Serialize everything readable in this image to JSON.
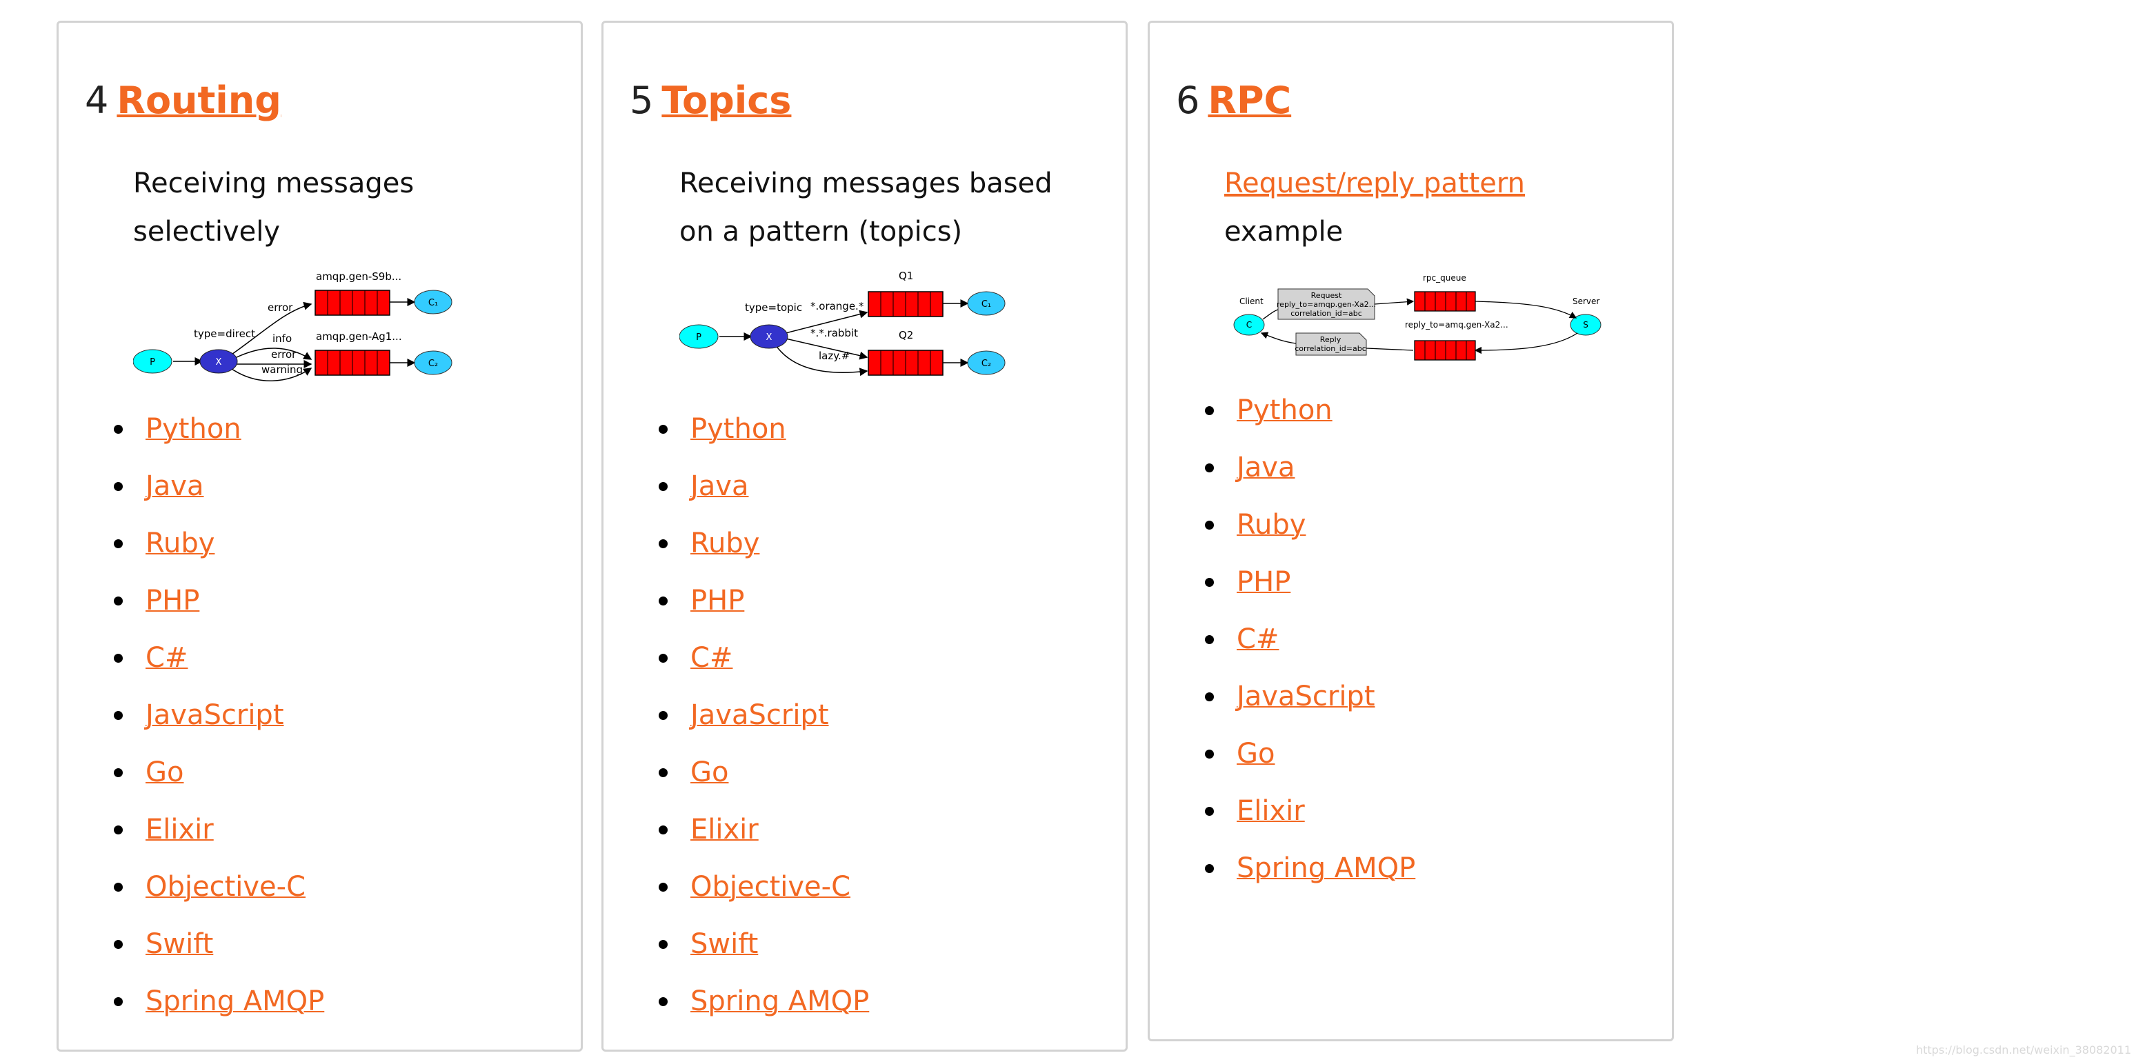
{
  "cards": [
    {
      "number": "4",
      "title": "Routing",
      "description": "Receiving messages selectively",
      "diagram": {
        "exchange_type": "type=direct",
        "queue1_name": "amqp.gen-S9b...",
        "queue2_name": "amqp.gen-Ag1...",
        "binding1": "error",
        "binding2": "info",
        "binding3": "error",
        "binding4": "warning",
        "producer": "P",
        "exchange": "X",
        "consumer1": "C₁",
        "consumer2": "C₂"
      },
      "links": [
        "Python",
        "Java",
        "Ruby",
        "PHP",
        "C#",
        "JavaScript",
        "Go",
        "Elixir",
        "Objective-C",
        "Swift",
        "Spring AMQP"
      ]
    },
    {
      "number": "5",
      "title": "Topics",
      "description": "Receiving messages based on a pattern (topics)",
      "diagram": {
        "exchange_type": "type=topic",
        "queue1_name": "Q1",
        "queue2_name": "Q2",
        "binding1": "*.orange.*",
        "binding2": "*.*.rabbit",
        "binding3": "lazy.#",
        "producer": "P",
        "exchange": "X",
        "consumer1": "C₁",
        "consumer2": "C₂"
      },
      "links": [
        "Python",
        "Java",
        "Ruby",
        "PHP",
        "C#",
        "JavaScript",
        "Go",
        "Elixir",
        "Objective-C",
        "Swift",
        "Spring AMQP"
      ]
    },
    {
      "number": "6",
      "title": "RPC",
      "description_link": "Request/reply pattern",
      "description_rest": "example",
      "diagram": {
        "client_label": "Client",
        "server_label": "Server",
        "client": "C",
        "server": "S",
        "rpc_queue": "rpc_queue",
        "reply_to": "reply_to=amq.gen-Xa2...",
        "request_line1": "Request",
        "request_line2": "reply_to=amqp.gen-Xa2...",
        "request_line3": "correlation_id=abc",
        "reply_line1": "Reply",
        "reply_line2": "correlation_id=abc"
      },
      "links": [
        "Python",
        "Java",
        "Ruby",
        "PHP",
        "C#",
        "JavaScript",
        "Go",
        "Elixir",
        "Spring AMQP"
      ]
    }
  ],
  "watermark": "https://blog.csdn.net/weixin_38082011",
  "colors": {
    "accent": "#f26822",
    "queue": "#ff0000",
    "producer": "#00ffff",
    "exchange": "#3333cc",
    "consumer": "#33ccff"
  }
}
